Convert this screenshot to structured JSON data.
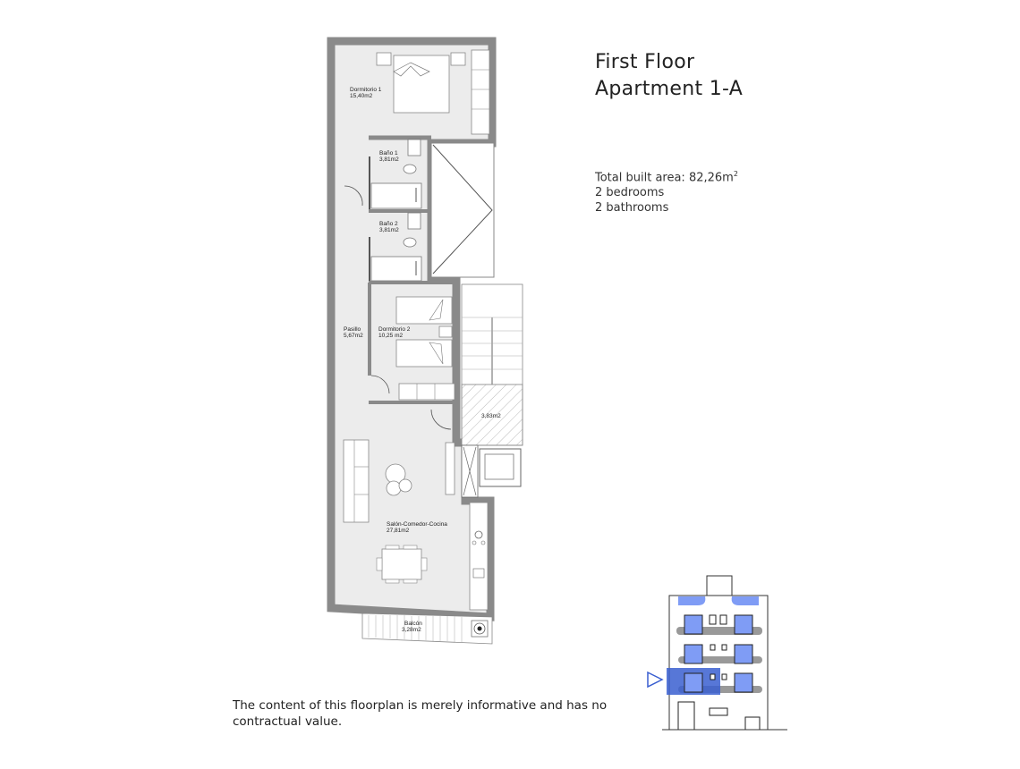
{
  "header": {
    "floor": "First Floor",
    "apartment": "Apartment 1-A"
  },
  "specs": {
    "total_area_label": "Total built area: 82,26m",
    "total_area_sup": "2",
    "bedrooms": "2 bedrooms",
    "bathrooms": "2 bathrooms"
  },
  "rooms": [
    {
      "name": "Dormitorio 1",
      "area": "15,40m2"
    },
    {
      "name": "Baño 1",
      "area": "3,81m2"
    },
    {
      "name": "Baño 2",
      "area": "3,81m2"
    },
    {
      "name": "Pasillo",
      "area": "5,67m2"
    },
    {
      "name": "Dormitorio 2",
      "area": "10,25 m2"
    },
    {
      "name": "",
      "area": "3,83m2"
    },
    {
      "name": "Salón-Comedor-Cocina",
      "area": "27,81m2"
    },
    {
      "name": "Balcón",
      "area": "3,28m2"
    }
  ],
  "disclaimer": "The content of this floorplan is merely informative and has no contractual value.",
  "colors": {
    "wall": "#8a8a8a",
    "floor": "#ececec",
    "highlight": "#3a5fd0",
    "highlight_light": "#7f9cf5"
  }
}
